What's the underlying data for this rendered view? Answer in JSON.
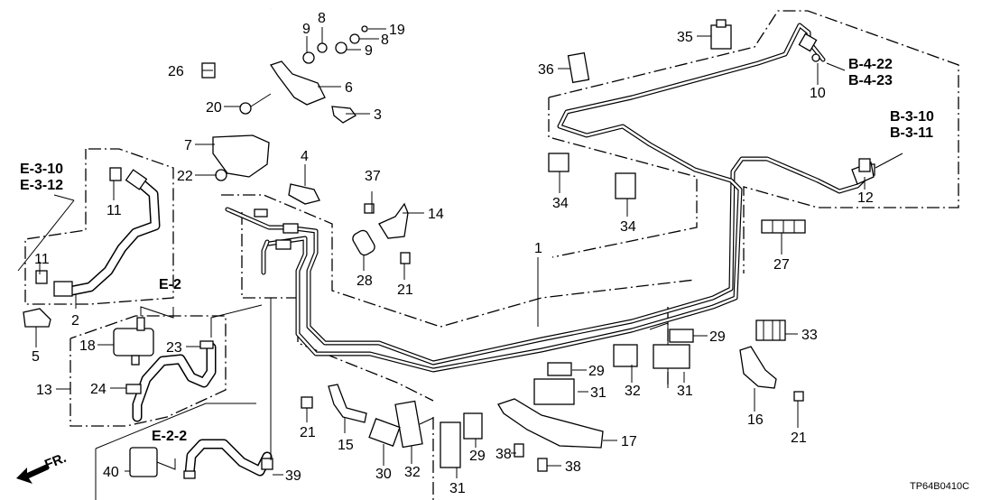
{
  "diagram": {
    "title_code": "TP64B0410C",
    "direction_label": "FR.",
    "references": {
      "e_3": [
        "E-3-10",
        "E-3-12"
      ],
      "e_2": "E-2",
      "e_2_2": "E-2-2",
      "b_4": [
        "B-4-22",
        "B-4-23"
      ],
      "b_3": [
        "B-3-10",
        "B-3-11"
      ]
    },
    "callouts": [
      {
        "id": "p1",
        "num": "1"
      },
      {
        "id": "p2",
        "num": "2"
      },
      {
        "id": "p3",
        "num": "3"
      },
      {
        "id": "p4",
        "num": "4"
      },
      {
        "id": "p5",
        "num": "5"
      },
      {
        "id": "p6",
        "num": "6"
      },
      {
        "id": "p7",
        "num": "7"
      },
      {
        "id": "p8a",
        "num": "8"
      },
      {
        "id": "p8b",
        "num": "8"
      },
      {
        "id": "p9a",
        "num": "9"
      },
      {
        "id": "p9b",
        "num": "9"
      },
      {
        "id": "p10",
        "num": "10"
      },
      {
        "id": "p11a",
        "num": "11"
      },
      {
        "id": "p11b",
        "num": "11"
      },
      {
        "id": "p12",
        "num": "12"
      },
      {
        "id": "p13",
        "num": "13"
      },
      {
        "id": "p14",
        "num": "14"
      },
      {
        "id": "p15",
        "num": "15"
      },
      {
        "id": "p16",
        "num": "16"
      },
      {
        "id": "p17",
        "num": "17"
      },
      {
        "id": "p18",
        "num": "18"
      },
      {
        "id": "p19",
        "num": "19"
      },
      {
        "id": "p20",
        "num": "20"
      },
      {
        "id": "p21a",
        "num": "21"
      },
      {
        "id": "p21b",
        "num": "21"
      },
      {
        "id": "p21c",
        "num": "21"
      },
      {
        "id": "p22",
        "num": "22"
      },
      {
        "id": "p23",
        "num": "23"
      },
      {
        "id": "p24",
        "num": "24"
      },
      {
        "id": "p26",
        "num": "26"
      },
      {
        "id": "p27",
        "num": "27"
      },
      {
        "id": "p28",
        "num": "28"
      },
      {
        "id": "p29a",
        "num": "29"
      },
      {
        "id": "p29b",
        "num": "29"
      },
      {
        "id": "p29c",
        "num": "29"
      },
      {
        "id": "p30",
        "num": "30"
      },
      {
        "id": "p31a",
        "num": "31"
      },
      {
        "id": "p31b",
        "num": "31"
      },
      {
        "id": "p31c",
        "num": "31"
      },
      {
        "id": "p32a",
        "num": "32"
      },
      {
        "id": "p32b",
        "num": "32"
      },
      {
        "id": "p33",
        "num": "33"
      },
      {
        "id": "p34a",
        "num": "34"
      },
      {
        "id": "p34b",
        "num": "34"
      },
      {
        "id": "p35",
        "num": "35"
      },
      {
        "id": "p36",
        "num": "36"
      },
      {
        "id": "p37",
        "num": "37"
      },
      {
        "id": "p38a",
        "num": "38"
      },
      {
        "id": "p38b",
        "num": "38"
      },
      {
        "id": "p39",
        "num": "39"
      },
      {
        "id": "p40",
        "num": "40"
      }
    ]
  }
}
